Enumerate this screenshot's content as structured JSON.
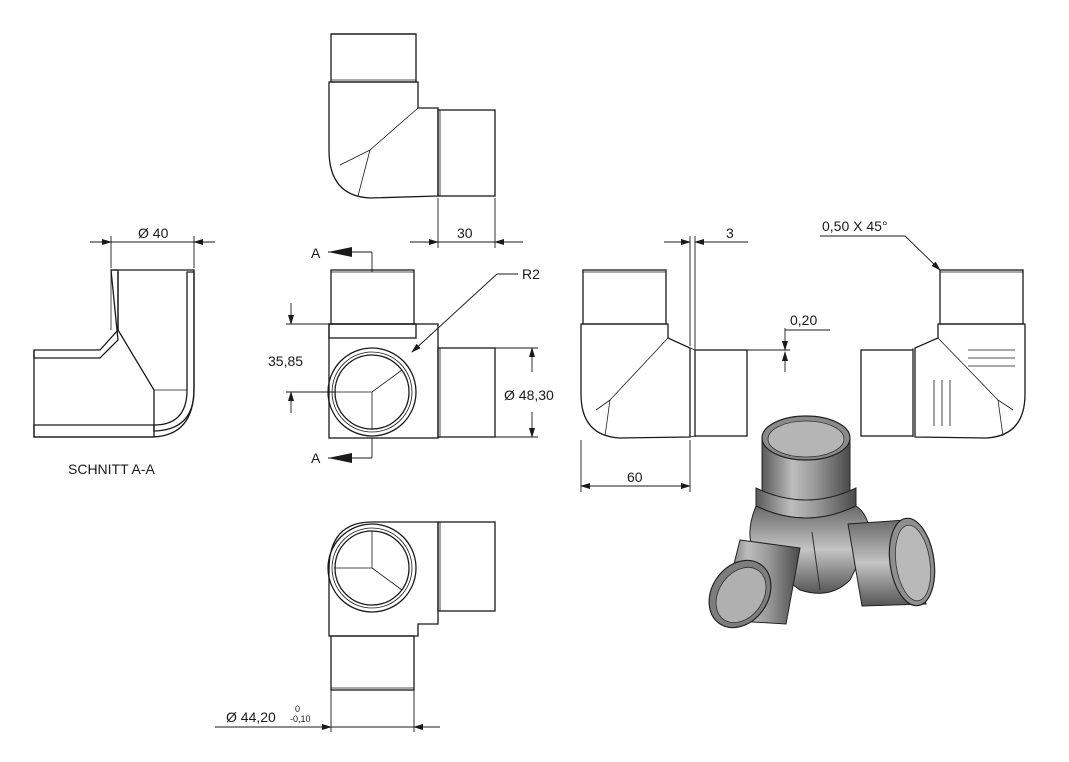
{
  "labels": {
    "dia40": "Ø 40",
    "dim30": "30",
    "r2": "R2",
    "sectionA": "A",
    "d3585": "35,85",
    "dia4830": "Ø 48,30",
    "dim3": "3",
    "dim060": "0,20",
    "chamfer": "0,50 X 45°",
    "dim60": "60",
    "schnitt": "SCHNITT A-A",
    "dia4420": "Ø 44,20",
    "tolUpper": "0",
    "tolLower": "-0,10"
  }
}
